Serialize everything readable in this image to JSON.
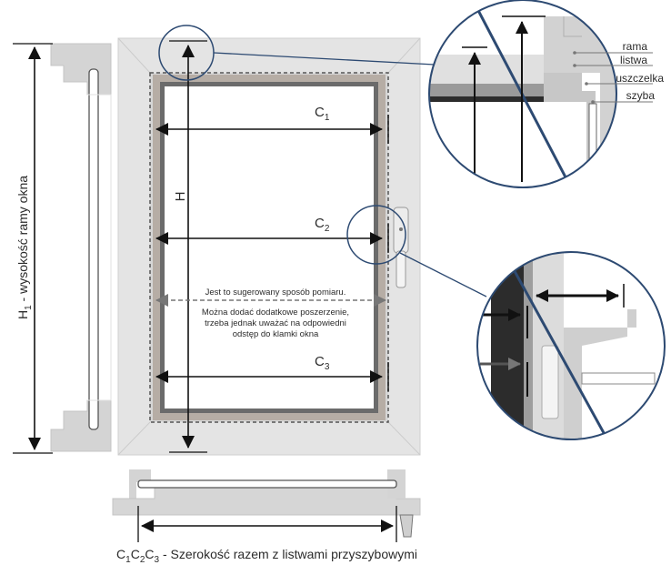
{
  "labels": {
    "h1_main": "H",
    "h1_sub": "1",
    "h1_text": " - wysokość ramy okna",
    "h_label": "H",
    "c1_main": "C",
    "c1_sub": "1",
    "c2_main": "C",
    "c2_sub": "2",
    "c3_main": "C",
    "c3_sub": "3",
    "note_line1": "Jest to sugerowany sposób pomiaru.",
    "note_line2": "Można dodać dodatkowe poszerzenie,",
    "note_line3": "trzeba jednak uważać na odpowiedni",
    "note_line4": "odstęp do klamki okna",
    "legend_rama": "rama",
    "legend_listwa": "listwa",
    "legend_uszczelka": "uszczelka",
    "legend_szyba": "szyba",
    "bottom_c": "C",
    "bottom_s1": "1",
    "bottom_s2": "2",
    "bottom_s3": "3",
    "bottom_text": " - Szerokość razem z listwami przyszybowymi"
  },
  "colors": {
    "frame": "#e2e2e2",
    "frame_inner": "#d2d2d2",
    "sash_brown": "#b5aca4",
    "sash_dark": "#5c5c5c",
    "glass": "#ffffff",
    "arrow": "#111111",
    "arrow_gray": "#555555",
    "callout": "#2d4a72",
    "profile_gray": "#cfcfcf",
    "text": "#2b2b2b"
  }
}
